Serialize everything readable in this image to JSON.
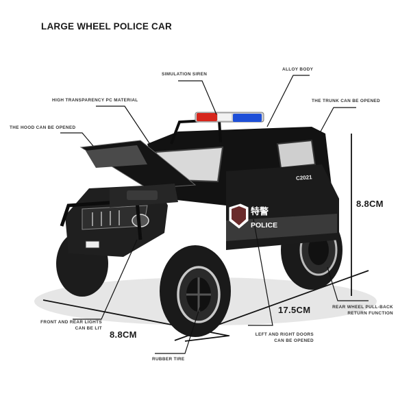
{
  "title": "LARGE WHEEL POLICE CAR",
  "features": {
    "simulation_siren": "SIMULATION SIREN",
    "alloy_body": "ALLOY BODY",
    "pc_material": "HIGH TRANSPARENCY PC MATERIAL",
    "trunk": "THE TRUNK CAN BE OPENED",
    "hood": "THE HOOD CAN BE OPENED",
    "lights_line1": "FRONT AND REAR LIGHTS",
    "lights_line2": "CAN BE LIT",
    "doors_line1": "LEFT AND RIGHT DOORS",
    "doors_line2": "CAN BE OPENED",
    "pullback_line1": "REAR WHEEL PULL-BACK",
    "pullback_line2": "RETURN FUNCTION",
    "tire": "RUBBER TIRE"
  },
  "dimensions": {
    "height": "8.8CM",
    "length": "17.5CM",
    "width": "8.8CM"
  },
  "car_markings": {
    "badge_text": "特警",
    "door_text": "POLICE",
    "code": "C2021"
  },
  "colors": {
    "body": "#151515",
    "siren_red": "#d6261c",
    "siren_blue": "#1e4fd8",
    "text": "#333333"
  }
}
